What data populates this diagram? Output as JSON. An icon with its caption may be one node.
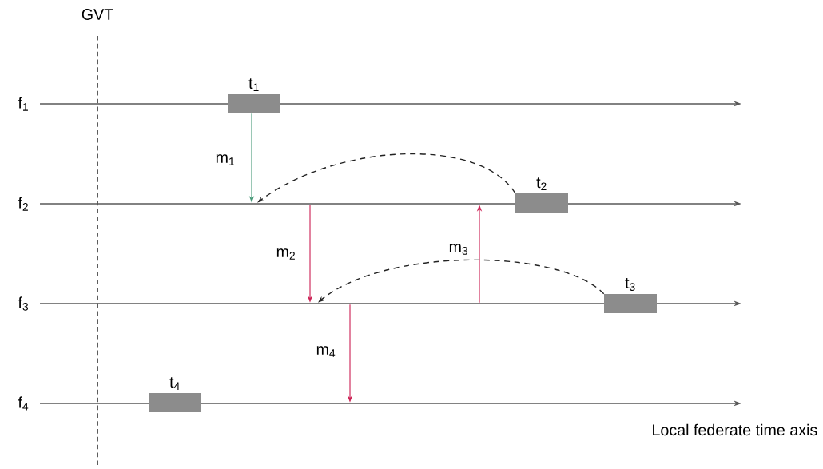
{
  "diagram": {
    "nodes": [
      {
        "text": [
          "f$_{1}$"
        ]
      },
      {
        "text": [
          "t$_{1}$"
        ]
      },
      {
        "text": [
          "f$_{2}$"
        ]
      },
      {
        "text": [
          "t$_{2}$"
        ]
      },
      {
        "text": [
          "f$_{3}$"
        ]
      },
      {
        "text": [
          "t$_{3}$"
        ]
      },
      {
        "text": [
          "f$_{4}$"
        ]
      },
      {
        "text": [
          "t$_{4}$"
        ]
      }
    ],
    "edges": [
      {
        "from": 1,
        "to": 2,
        "arrow": "to",
        "label": "m$_{1}$",
        "color": "#4a9a7a"
      },
      {
        "from": 2,
        "to": 4,
        "arrow": "to",
        "label": "m$_{2}$",
        "color": "#cc2255"
      },
      {
        "from": 4,
        "to": 2,
        "arrow": "to",
        "label": "m$_{3}$",
        "color": "#cc2255"
      },
      {
        "from": 4,
        "to": 6,
        "arrow": "to",
        "label": "m$_{4}$",
        "color": "#cc2255"
      },
      {
        "from": 3,
        "to": 2,
        "arrow": "to",
        "style": "dashed",
        "color": "#222222"
      },
      {
        "from": 5,
        "to": 4,
        "arrow": "to",
        "style": "dashed",
        "color": "#222222"
      }
    ],
    "labels": [
      "GVT",
      "Local federate time axis"
    ]
  }
}
